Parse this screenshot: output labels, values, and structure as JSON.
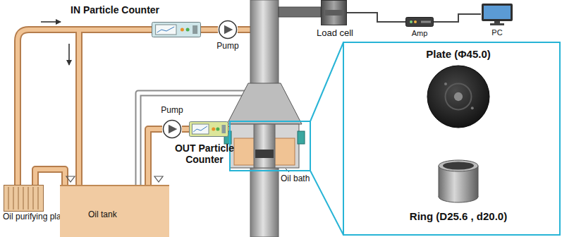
{
  "diagram": {
    "nodes": [
      {
        "text": [
          "IN Particle Counter"
        ]
      },
      {
        "text": [
          "Pump"
        ]
      },
      {
        "text": [
          "Load cell"
        ]
      },
      {
        "text": [
          "Amp"
        ]
      },
      {
        "text": [
          "PC"
        ]
      },
      {
        "text": [
          "Plate (Φ45.0)"
        ]
      },
      {
        "text": [
          "Ring (D25.6 , d20.0)"
        ]
      },
      {
        "text": [
          "Pump"
        ]
      },
      {
        "text": [
          "OUT Particle Counter"
        ]
      },
      {
        "text": [
          "Oil purifying plant"
        ]
      },
      {
        "text": [
          "Oil tank"
        ]
      }
    ],
    "edges": [
      {
        "from": 0,
        "to": 1,
        "arrow": "none"
      },
      {
        "from": 2,
        "to": 3,
        "arrow": "none"
      },
      {
        "from": 3,
        "to": 4,
        "arrow": "none"
      },
      {
        "from": 7,
        "to": 8,
        "arrow": "none"
      }
    ],
    "labels": [
      "Oil bath"
    ]
  }
}
